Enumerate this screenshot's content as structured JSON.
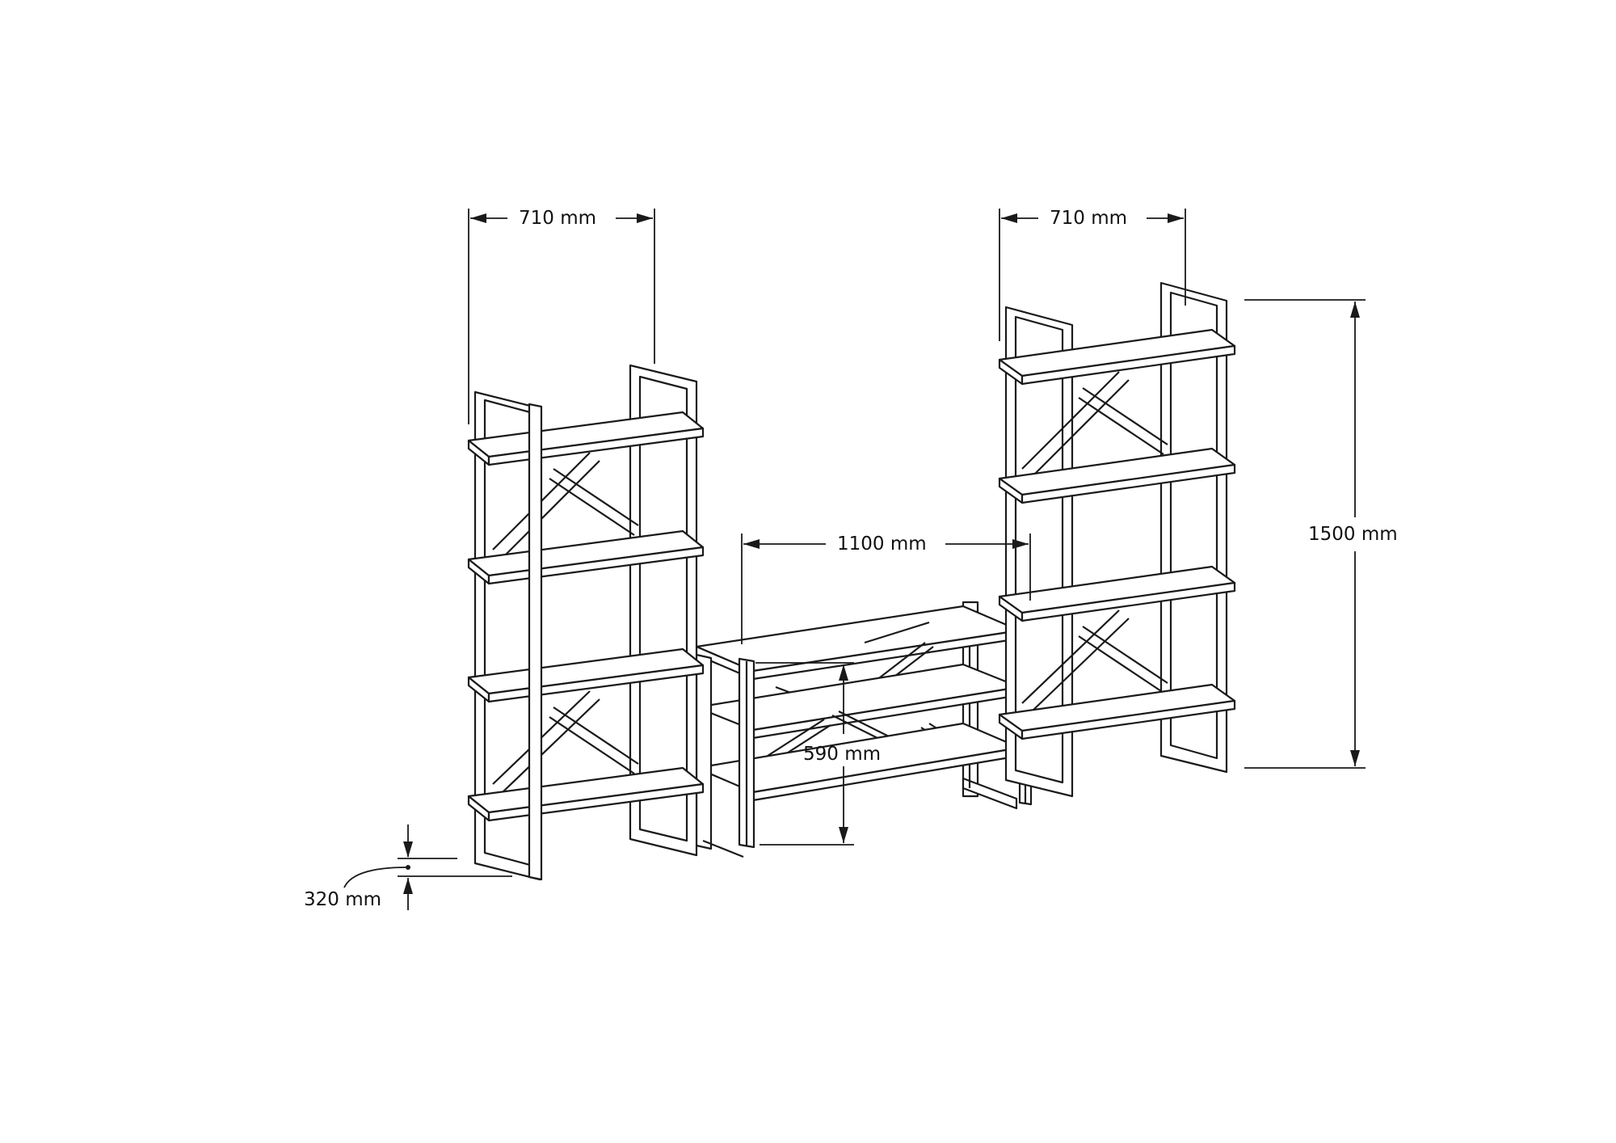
{
  "drawing": {
    "type": "technical dimension drawing",
    "subject": "modular metal-frame shelving unit: two tall bookcases and a low TV/console shelf",
    "units": "mm",
    "line_color": "#1a1a1a",
    "background": "#ffffff"
  },
  "dimensions": {
    "left_width": {
      "label": "710 mm",
      "value": 710
    },
    "right_width": {
      "label": "710 mm",
      "value": 710
    },
    "center_width": {
      "label": "1100 mm",
      "value": 1100
    },
    "tall_height": {
      "label": "1500 mm",
      "value": 1500
    },
    "low_height": {
      "label": "590 mm",
      "value": 590
    },
    "depth": {
      "label": "320 mm",
      "value": 320
    }
  },
  "components": [
    {
      "name": "left-bookcase",
      "shelves": 4
    },
    {
      "name": "center-console",
      "shelves": 3
    },
    {
      "name": "right-bookcase",
      "shelves": 4
    }
  ]
}
